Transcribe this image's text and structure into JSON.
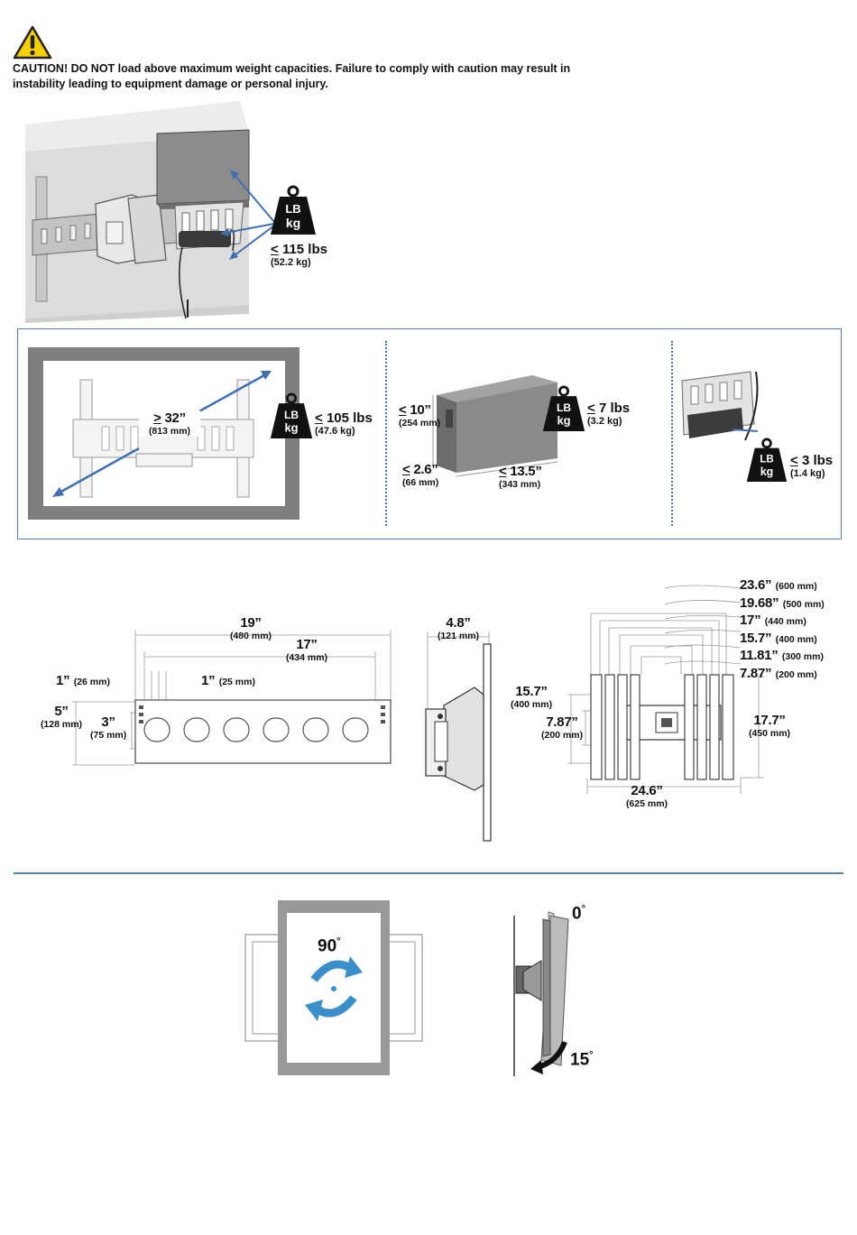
{
  "caution": {
    "text": "CAUTION! DO NOT load  above maximum weight capacities. Failure to comply with caution may result in instability leading to equipment damage or personal injury."
  },
  "weight_icon": {
    "line1": "LB",
    "line2": "kg"
  },
  "section1": {
    "max_label": "115 lbs",
    "max_prefix": "<",
    "max_sub": "(52.2 kg)"
  },
  "section2": {
    "tv_size_prefix": ">",
    "tv_size": "32”",
    "tv_size_sub": "(813 mm)",
    "tv_weight_prefix": "<",
    "tv_weight": "105 lbs",
    "tv_weight_sub": "(47.6 kg)",
    "box_height_prefix": "<",
    "box_height": "10”",
    "box_height_sub": "(254 mm)",
    "box_depth_prefix": "<",
    "box_depth": "2.6”",
    "box_depth_sub": "(66 mm)",
    "box_width_prefix": "<",
    "box_width": "13.5”",
    "box_width_sub": "(343 mm)",
    "box_weight_prefix": "<",
    "box_weight": "7 lbs",
    "box_weight_sub": "(3.2 kg)",
    "cable_weight_prefix": "<",
    "cable_weight": "3 lbs",
    "cable_weight_sub": "(1.4 kg)"
  },
  "section3": {
    "plate": {
      "w19": "19”",
      "w19_sub": "(480 mm)",
      "w17": "17”",
      "w17_sub": "(434 mm)",
      "h1a": "1”",
      "h1a_sub": "(26 mm)",
      "h1b": "1”",
      "h1b_sub": "(25 mm)",
      "h5": "5”",
      "h5_sub": "(128 mm)",
      "h3": "3”",
      "h3_sub": "(75 mm)"
    },
    "side": {
      "d": "4.8”",
      "d_sub": "(121 mm)"
    },
    "vesa": {
      "list": [
        {
          "main": "23.6”",
          "sub": "(600 mm)"
        },
        {
          "main": "19.68”",
          "sub": "(500 mm)"
        },
        {
          "main": "17”",
          "sub": "(440 mm)"
        },
        {
          "main": "15.7”",
          "sub": "(400 mm)"
        },
        {
          "main": "11.81”",
          "sub": "(300 mm)"
        },
        {
          "main": "7.87”",
          "sub": "(200 mm)"
        }
      ],
      "left_a": "15.7”",
      "left_a_sub": "(400 mm)",
      "left_b": "7.87”",
      "left_b_sub": "(200 mm)",
      "right_h": "17.7”",
      "right_h_sub": "(450 mm)",
      "bottom_w": "24.6”",
      "bottom_w_sub": "(625 mm)"
    }
  },
  "section4": {
    "rotate": "90",
    "tilt_top": "0",
    "tilt_bottom": "15",
    "degree": "°"
  },
  "colors": {
    "accent_blue": "#3f6fb0",
    "rotate_blue": "#3a8ec9",
    "gray_dark": "#595959",
    "gray_light": "#b5b5b5"
  }
}
